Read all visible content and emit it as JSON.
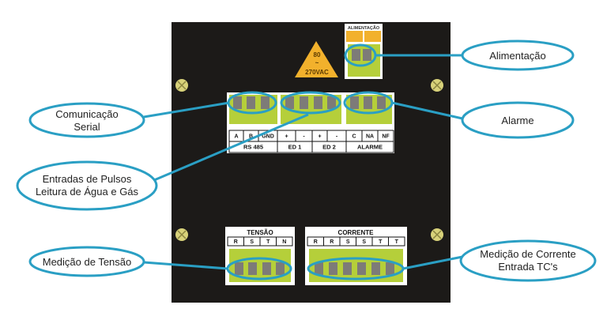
{
  "colors": {
    "panel": "#1c1a18",
    "green": "#b5cf3a",
    "gray": "#7d7b78",
    "blue": "#2a9fc4",
    "orange": "#f2b12c",
    "screw": "#d8d27a"
  },
  "warning": {
    "line1": "80",
    "line2": "~",
    "line3": "270VAC"
  },
  "power": {
    "title": "ALIMENTAÇÃO"
  },
  "terminals": {
    "pins": [
      "A",
      "B",
      "GND",
      "+",
      "-",
      "+",
      "-",
      "C",
      "NA",
      "NF"
    ],
    "groups": [
      "RS 485",
      "ED 1",
      "ED 2",
      "ALARME"
    ]
  },
  "voltage": {
    "title": "TENSÃO",
    "pins": [
      "R",
      "S",
      "T",
      "N"
    ]
  },
  "current": {
    "title": "CORRENTE",
    "pins": [
      "R",
      "R",
      "S",
      "S",
      "T",
      "T"
    ]
  },
  "callouts": {
    "serial": [
      "Comunicação",
      "Serial"
    ],
    "pulses": [
      "Entradas de Pulsos",
      "Leitura de Água e Gás"
    ],
    "voltage": [
      "Medição de Tensão"
    ],
    "power": [
      "Alimentação"
    ],
    "alarm": [
      "Alarme"
    ],
    "current": [
      "Medição de Corrente",
      "Entrada TC's"
    ]
  }
}
